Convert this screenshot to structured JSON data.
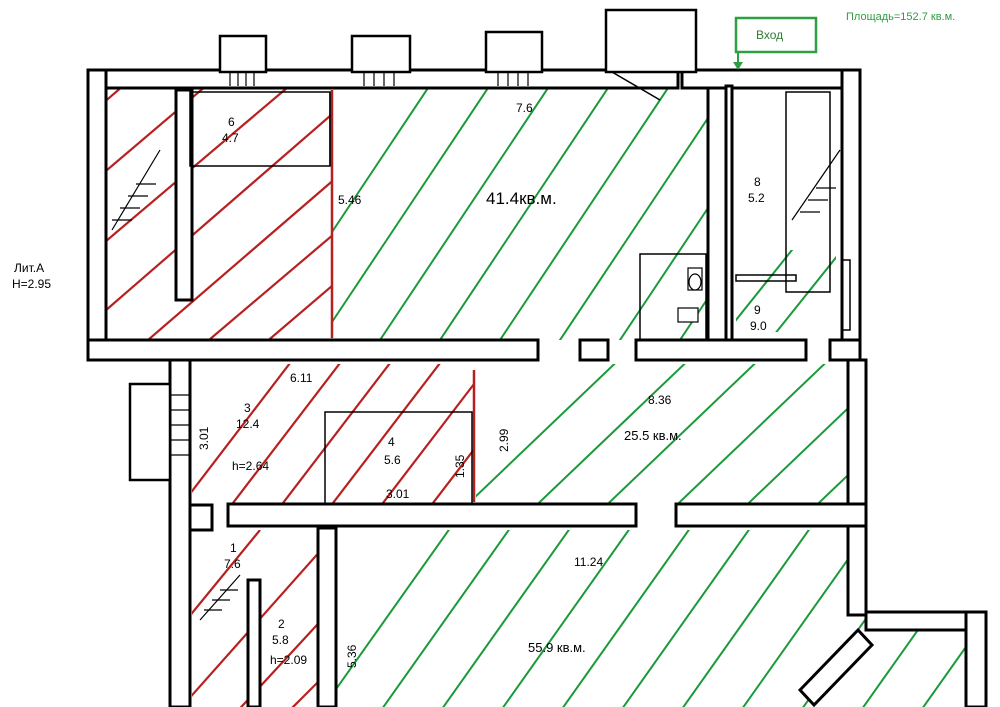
{
  "header": {
    "total_area": "Площадь=152.7 кв.м.",
    "entrance_label": "Вход"
  },
  "building": {
    "letter": "Лит.А",
    "height": "Н=2.95"
  },
  "colors": {
    "wall": "#000000",
    "wall_fill": "#ffffff",
    "green_hatch": "#1a9a3a",
    "red_hatch": "#b82020",
    "entrance_box": "#2ea043"
  },
  "rooms": {
    "main_area": "41.4кв.м.",
    "hall_area": "25.5 кв.м.",
    "bottom_area": "55.9 кв.м.",
    "r6_num": "6",
    "r6_area": "4.7",
    "r8_num": "8",
    "r8_area": "5.2",
    "r9_num": "9",
    "r9_area": "9.0",
    "r3_num": "3",
    "r3_area": "12.4",
    "r4_num": "4",
    "r4_area": "5.6",
    "r1_num": "1",
    "r1_area": "7.6",
    "r2_num": "2",
    "r2_area": "5.8"
  },
  "dimensions": {
    "d_top": "7.6",
    "d_546": "5.46",
    "d_611": "6.11",
    "d_836": "8.36",
    "d_301a": "3.01",
    "d_301b": "3.01",
    "d_299": "2.99",
    "d_135": "1.35",
    "d_1124": "11.24",
    "d_536": "5.36",
    "h_264": "h=2.64",
    "h_209": "h=2.09"
  }
}
